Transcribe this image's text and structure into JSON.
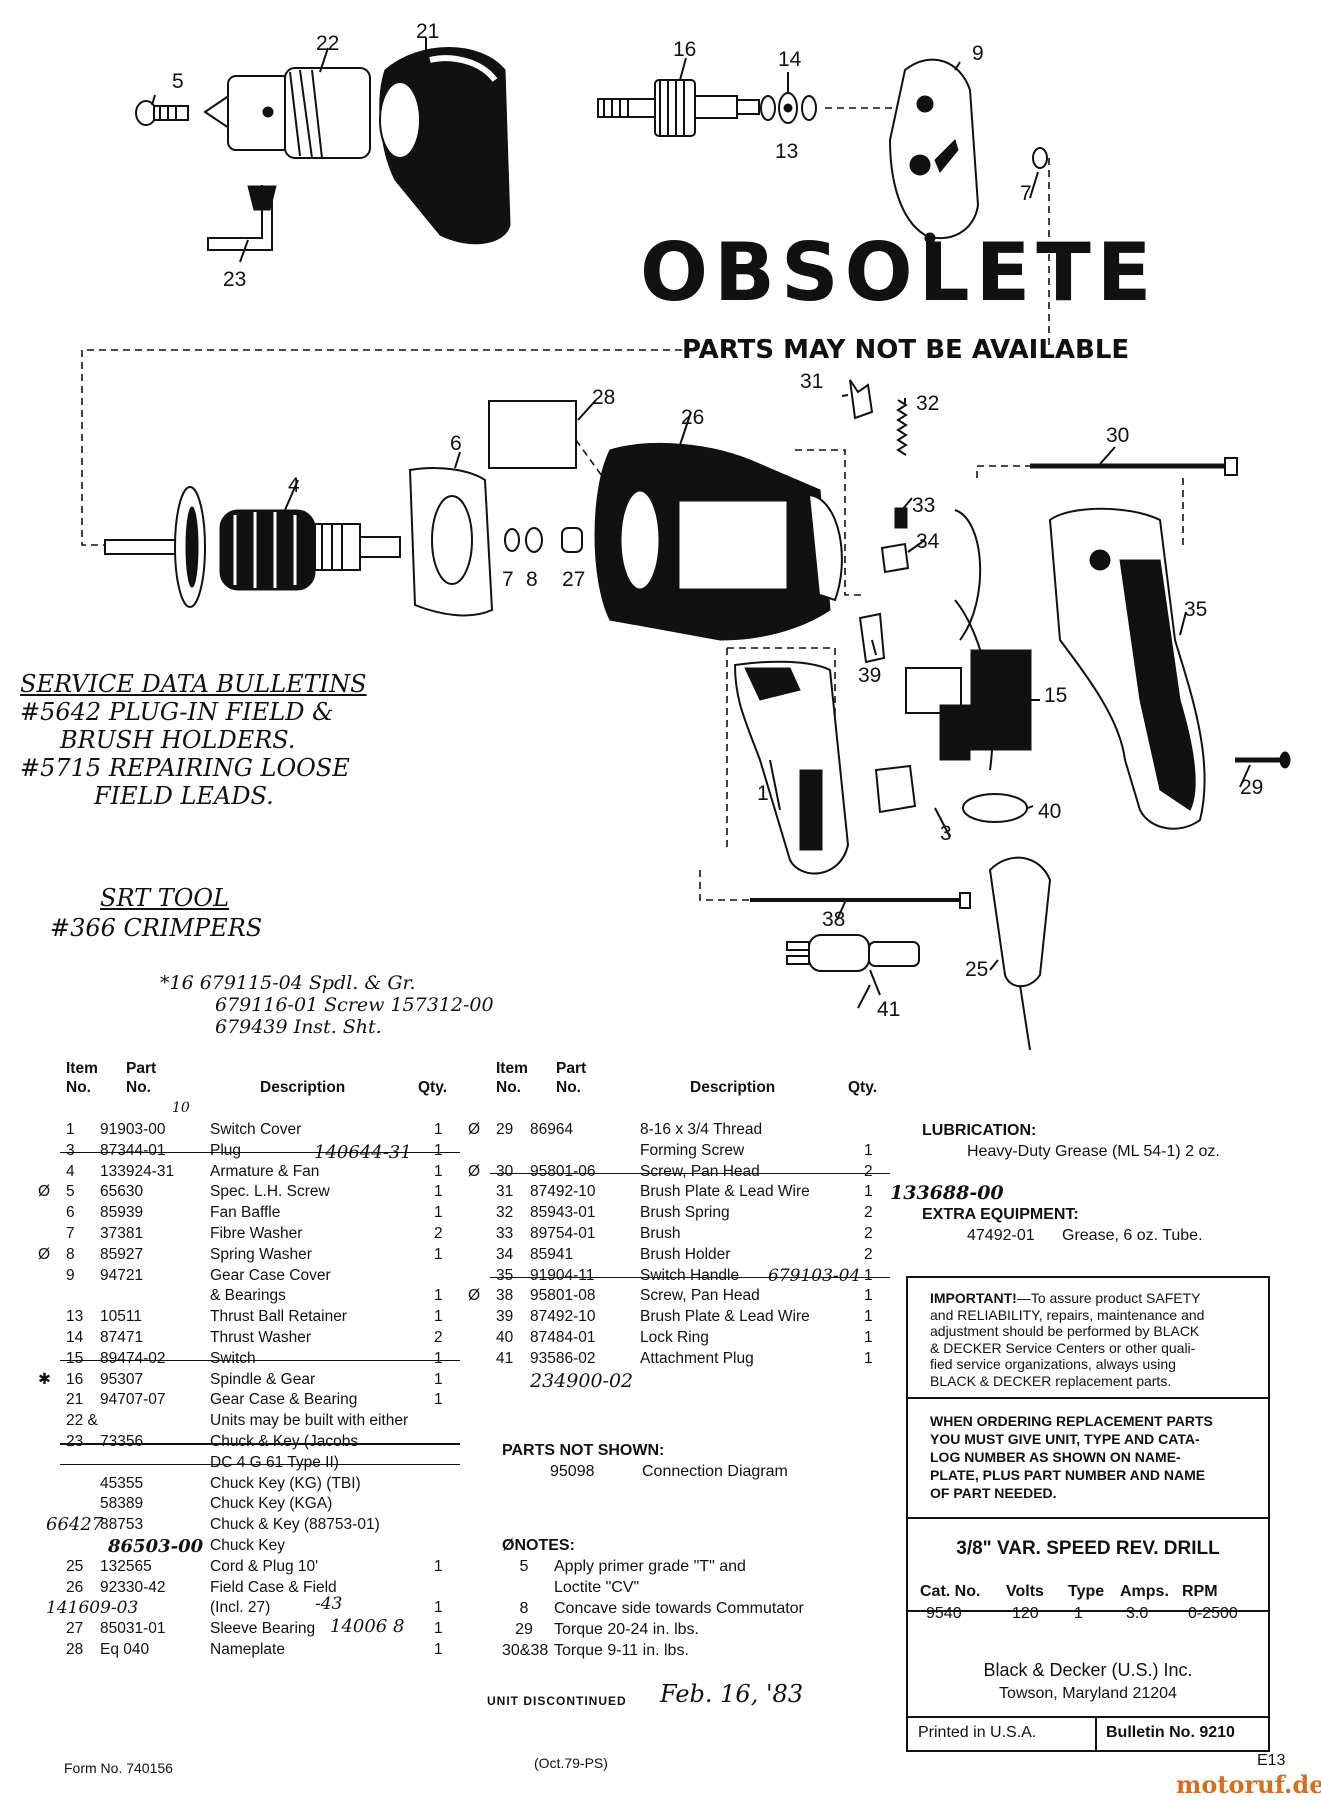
{
  "stamp": {
    "title": "OBSOLETE",
    "subtitle": "PARTS MAY NOT BE AVAILABLE"
  },
  "callouts": [
    "5",
    "22",
    "21",
    "16",
    "14",
    "13",
    "9",
    "7",
    "23",
    "28",
    "6",
    "4",
    "26",
    "31",
    "32",
    "30",
    "7",
    "8",
    "27",
    "33",
    "34",
    "35",
    "39",
    "15",
    "1",
    "3",
    "40",
    "29",
    "38",
    "25",
    "41"
  ],
  "notes_handwritten": {
    "service_data": [
      "SERVICE DATA BULLETINS",
      "#5642 PLUG-IN FIELD &",
      "BRUSH HOLDERS.",
      "#5715 REPAIRING LOOSE",
      "FIELD LEADS."
    ],
    "srt_tool": [
      "SRT TOOL",
      "#366 CRIMPERS"
    ],
    "parts_notes": [
      "*16  679115-04 Spdl. & Gr.",
      "679116-01  Screw 157312-00",
      "679439  Inst. Sht."
    ],
    "extra": [
      "10",
      "140644-31",
      "133688-00",
      "679103-04",
      "234900-02",
      "66427",
      "86503-00",
      "141609-03",
      "-43",
      "14006 8",
      "Feb. 16, '83"
    ]
  },
  "table_headers": {
    "item": "Item",
    "no": "No.",
    "part": "Part",
    "part_no": "No.",
    "description": "Description",
    "qty": "Qty."
  },
  "left_rows": [
    {
      "mark": "",
      "item": "1",
      "part": "91903-00",
      "desc": "Switch Cover",
      "qty": "1",
      "struck": false
    },
    {
      "mark": "",
      "item": "3",
      "part": "87344-01",
      "desc": "Plug",
      "qty": "1",
      "struck": true
    },
    {
      "mark": "",
      "item": "4",
      "part": "133924-31",
      "desc": "Armature & Fan",
      "qty": "1",
      "struck": false
    },
    {
      "mark": "Ø",
      "item": "5",
      "part": "65630",
      "desc": "Spec. L.H. Screw",
      "qty": "1",
      "struck": false
    },
    {
      "mark": "",
      "item": "6",
      "part": "85939",
      "desc": "Fan Baffle",
      "qty": "1",
      "struck": false
    },
    {
      "mark": "",
      "item": "7",
      "part": "37381",
      "desc": "Fibre Washer",
      "qty": "2",
      "struck": false
    },
    {
      "mark": "Ø",
      "item": "8",
      "part": "85927",
      "desc": "Spring Washer",
      "qty": "1",
      "struck": false
    },
    {
      "mark": "",
      "item": "9",
      "part": "94721",
      "desc": "Gear Case Cover",
      "qty": "",
      "struck": false
    },
    {
      "mark": "",
      "item": "",
      "part": "",
      "desc": "& Bearings",
      "qty": "1",
      "struck": false
    },
    {
      "mark": "",
      "item": "13",
      "part": "10511",
      "desc": "Thrust Ball Retainer",
      "qty": "1",
      "struck": false
    },
    {
      "mark": "",
      "item": "14",
      "part": "87471",
      "desc": "Thrust Washer",
      "qty": "2",
      "struck": false
    },
    {
      "mark": "",
      "item": "15",
      "part": "89474-02",
      "desc": "Switch",
      "qty": "1",
      "struck": true
    },
    {
      "mark": "✱",
      "item": "16",
      "part": "95307",
      "desc": "Spindle & Gear",
      "qty": "1",
      "struck": false
    },
    {
      "mark": "",
      "item": "21",
      "part": "94707-07",
      "desc": "Gear Case & Bearing",
      "qty": "1",
      "struck": false
    },
    {
      "mark": "",
      "item": "22 &",
      "part": "",
      "desc": "Units may be built with either",
      "qty": "",
      "struck": false
    },
    {
      "mark": "",
      "item": "23",
      "part": "73356",
      "desc": "Chuck & Key (Jacobs",
      "qty": "",
      "struck": true
    },
    {
      "mark": "",
      "item": "",
      "part": "",
      "desc": "DC 4 G 61 Type II)",
      "qty": "",
      "struck": true
    },
    {
      "mark": "",
      "item": "",
      "part": "45355",
      "desc": "Chuck Key (KG) (TBI)",
      "qty": "",
      "struck": false
    },
    {
      "mark": "",
      "item": "",
      "part": "58389",
      "desc": "Chuck Key (KGA)",
      "qty": "",
      "struck": false
    },
    {
      "mark": "",
      "item": "",
      "part": "88753",
      "desc": "Chuck & Key (88753-01)",
      "qty": "",
      "struck": false
    },
    {
      "mark": "",
      "item": "",
      "part": "",
      "desc": "Chuck Key",
      "qty": "",
      "struck": false
    },
    {
      "mark": "",
      "item": "25",
      "part": "132565",
      "desc": "Cord & Plug 10'",
      "qty": "1",
      "struck": false
    },
    {
      "mark": "",
      "item": "26",
      "part": "92330-42",
      "desc": "Field Case & Field",
      "qty": "",
      "struck": false
    },
    {
      "mark": "",
      "item": "",
      "part": "",
      "desc": "(Incl. 27)",
      "qty": "1",
      "struck": false
    },
    {
      "mark": "",
      "item": "27",
      "part": "85031-01",
      "desc": "Sleeve Bearing",
      "qty": "1",
      "struck": false
    },
    {
      "mark": "",
      "item": "28",
      "part": "Eq 040",
      "desc": "Nameplate",
      "qty": "1",
      "struck": false
    }
  ],
  "right_rows": [
    {
      "mark": "Ø",
      "item": "29",
      "part": "86964",
      "desc": "8-16 x 3/4 Thread",
      "qty": "",
      "struck": false
    },
    {
      "mark": "",
      "item": "",
      "part": "",
      "desc": "Forming Screw",
      "qty": "1",
      "struck": false
    },
    {
      "mark": "Ø",
      "item": "30",
      "part": "95801-06",
      "desc": "Screw, Pan Head",
      "qty": "2",
      "struck": true
    },
    {
      "mark": "",
      "item": "31",
      "part": "87492-10",
      "desc": "Brush Plate & Lead Wire",
      "qty": "1",
      "struck": false
    },
    {
      "mark": "",
      "item": "32",
      "part": "85943-01",
      "desc": "Brush Spring",
      "qty": "2",
      "struck": false
    },
    {
      "mark": "",
      "item": "33",
      "part": "89754-01",
      "desc": "Brush",
      "qty": "2",
      "struck": false
    },
    {
      "mark": "",
      "item": "34",
      "part": "85941",
      "desc": "Brush Holder",
      "qty": "2",
      "struck": false
    },
    {
      "mark": "",
      "item": "35",
      "part": "91904-11",
      "desc": "Switch Handle",
      "qty": "1",
      "struck": true
    },
    {
      "mark": "Ø",
      "item": "38",
      "part": "95801-08",
      "desc": "Screw, Pan Head",
      "qty": "1",
      "struck": false
    },
    {
      "mark": "",
      "item": "39",
      "part": "87492-10",
      "desc": "Brush Plate & Lead Wire",
      "qty": "1",
      "struck": false
    },
    {
      "mark": "",
      "item": "40",
      "part": "87484-01",
      "desc": "Lock Ring",
      "qty": "1",
      "struck": false
    },
    {
      "mark": "",
      "item": "41",
      "part": "93586-02",
      "desc": "Attachment Plug",
      "qty": "1",
      "struck": false
    }
  ],
  "parts_not_shown": {
    "title": "PARTS NOT SHOWN:",
    "part": "95098",
    "desc": "Connection Diagram"
  },
  "notes": {
    "title": "ØNOTES:",
    "items": [
      {
        "no": "5",
        "text": "Apply primer grade \"T\" and"
      },
      {
        "no": "",
        "text": "Loctite \"CV\""
      },
      {
        "no": "8",
        "text": "Concave side towards Commutator"
      },
      {
        "no": "29",
        "text": "Torque 20-24 in. lbs."
      },
      {
        "no": "30&38",
        "text": "Torque 9-11 in. lbs."
      }
    ]
  },
  "lubrication": {
    "title": "LUBRICATION:",
    "text": "Heavy-Duty Grease (ML 54-1) 2 oz."
  },
  "extra_equipment": {
    "title": "EXTRA EQUIPMENT:",
    "part": "47492-01",
    "text": "Grease, 6 oz. Tube."
  },
  "important": {
    "lead": "IMPORTANT!",
    "lines": [
      "—To assure product SAFETY",
      "and RELIABILITY, repairs, maintenance and",
      "adjustment should be performed by BLACK",
      "& DECKER Service Centers or other quali-",
      "fied service organizations, always using",
      "BLACK & DECKER replacement parts."
    ]
  },
  "ordering": {
    "lines": [
      "WHEN ORDERING REPLACEMENT PARTS",
      "YOU MUST GIVE UNIT, TYPE AND CATA-",
      "LOG NUMBER AS SHOWN ON NAME-",
      "PLATE, PLUS PART NUMBER AND NAME",
      "OF PART NEEDED."
    ]
  },
  "model": {
    "title": "3/8\" VAR. SPEED REV. DRILL",
    "headers": [
      "Cat. No.",
      "Volts",
      "Type",
      "Amps.",
      "RPM"
    ],
    "values": [
      "9540",
      "120",
      "1",
      "3.0",
      "0-2500"
    ]
  },
  "company": {
    "name": "Black & Decker (U.S.) Inc.",
    "address": "Towson, Maryland 21204"
  },
  "footer": {
    "printed": "Printed in U.S.A.",
    "bulletin": "Bulletin No. 9210",
    "form": "Form No. 740156",
    "date": "(Oct.79-PS)",
    "discontinued": "UNIT DISCONTINUED",
    "page": "E13",
    "watermark": "motoruf.de"
  }
}
